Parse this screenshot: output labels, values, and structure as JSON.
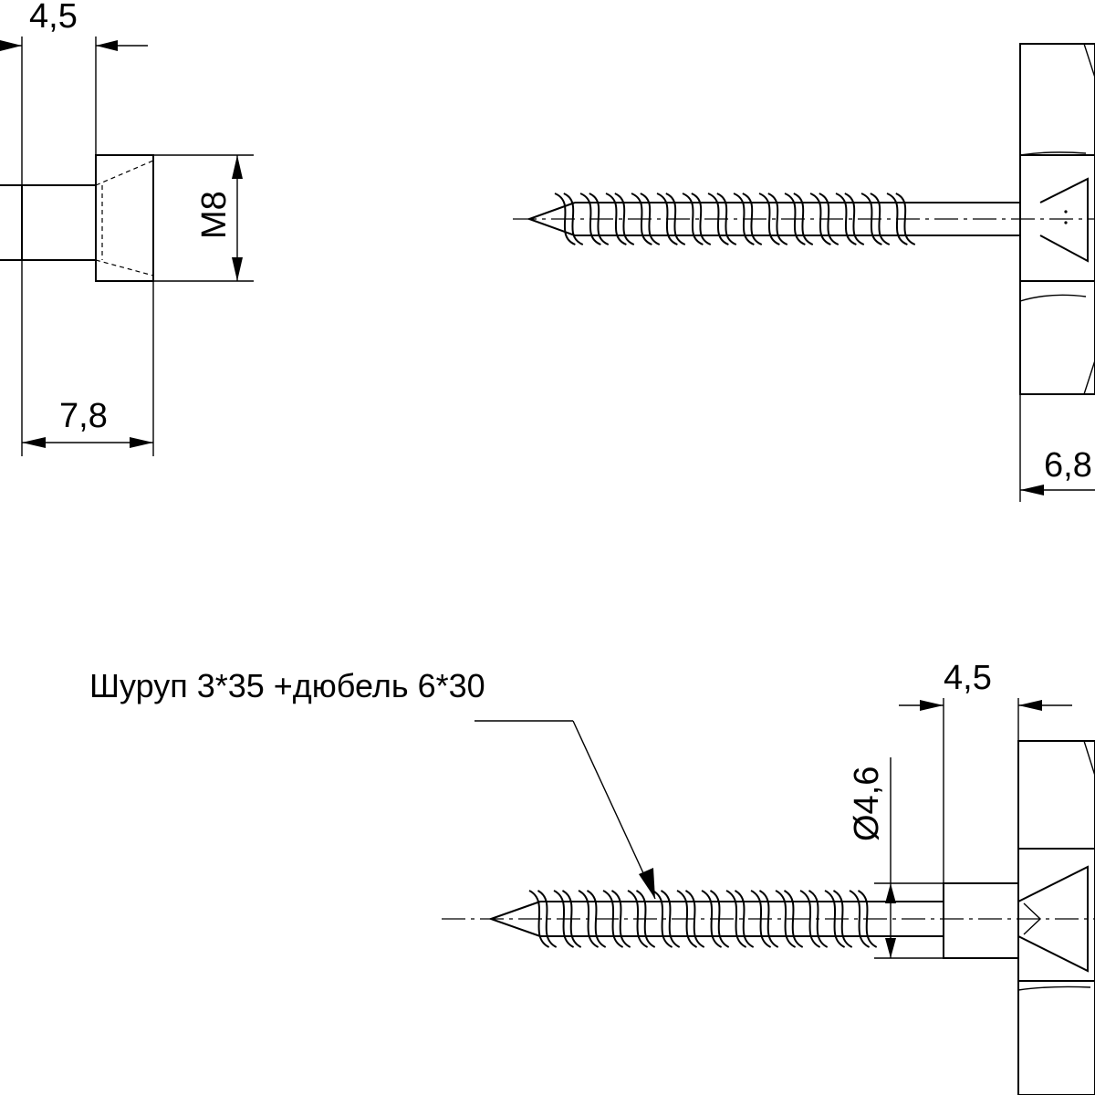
{
  "dimensions": {
    "top_left_width": "4,5",
    "top_left_thread": "M8",
    "top_left_length": "7,8",
    "top_right_length": "6,8",
    "bottom_width": "4,5",
    "bottom_diameter": "Ø4,6"
  },
  "note": {
    "screw_label": "Шуруп 3*35 +дюбель 6*30"
  }
}
